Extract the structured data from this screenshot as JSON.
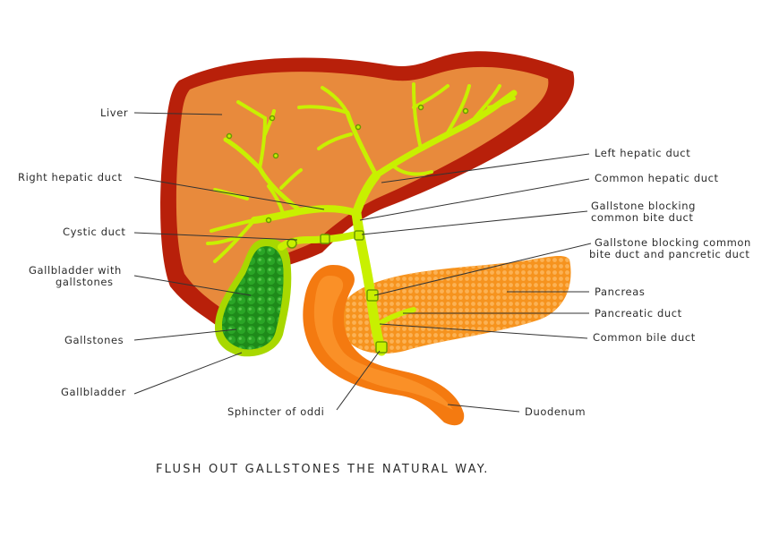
{
  "caption": "FLUSH OUT GALLSTONES THE NATURAL WAY.",
  "labels": {
    "liver": "Liver",
    "right_hepatic_duct": "Right hepatic duct",
    "cystic_duct": "Cystic duct",
    "gallbladder_with_gallstones_1": "Gallbladder with",
    "gallbladder_with_gallstones_2": "gallstones",
    "gallstones": "Gallstones",
    "gallbladder": "Gallbladder",
    "sphincter_of_oddi": "Sphincter of oddi",
    "left_hepatic_duct": "Left hepatic duct",
    "common_hepatic_duct": "Common hepatic duct",
    "gallstone_blocking_common_bite_duct_1": "Gallstone blocking",
    "gallstone_blocking_common_bite_duct_2": "common bite duct",
    "gallstone_blocking_both_1": "Gallstone blocking common",
    "gallstone_blocking_both_2": "bite duct and pancretic duct",
    "pancreas": "Pancreas",
    "pancreatic_duct": "Pancreatic duct",
    "common_bile_duct": "Common bile duct",
    "duodenum": "Duodenum"
  },
  "colors": {
    "liver_outer": "#b8200a",
    "liver_inner": "#e88a3c",
    "duct": "#c8f000",
    "duct_dark": "#6a9a00",
    "gallbladder": "#1e8a1a",
    "gallbladder_rim": "#a8d800",
    "pancreas": "#f6931e",
    "duodenum": "#f47a10"
  }
}
